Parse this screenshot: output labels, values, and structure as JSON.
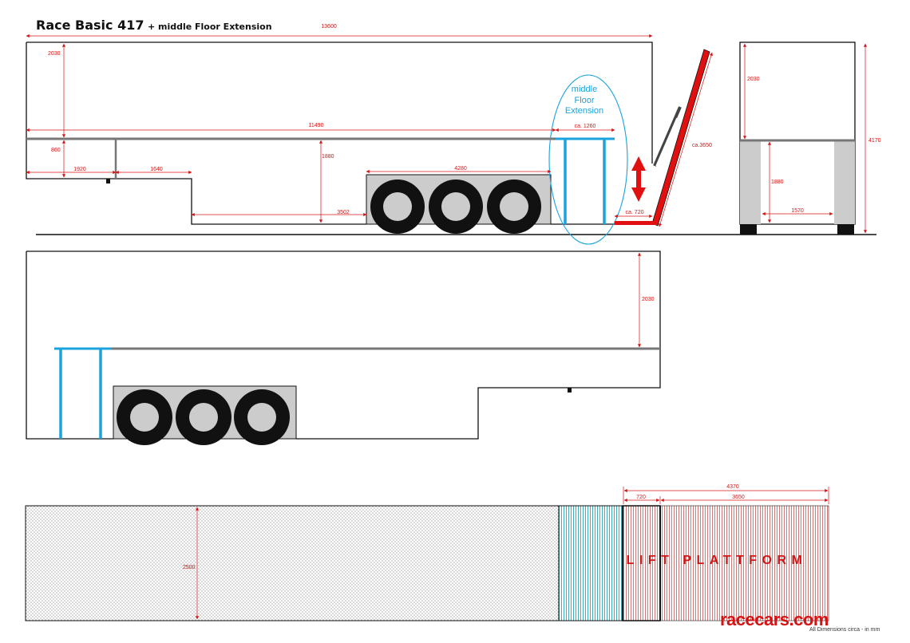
{
  "title": {
    "main": "Race Basic 417",
    "sub": "+ middle Floor Extension"
  },
  "colors": {
    "dimension": "#d41414",
    "extension": "#1aa3dc",
    "outline": "#111111",
    "deck": "#777777",
    "wheelbox": "#cccccc"
  },
  "side_view": {
    "dims": {
      "total_length": "13600",
      "height_upper": "2030",
      "upper_deck_length": "11490",
      "extension_width": "ca. 1260",
      "gooseneck_height": "860",
      "front_section": "1920",
      "step_section": "1640",
      "floor_height": "1880",
      "axle_group": "4280",
      "low_floor": "3502",
      "platform_depth": "ca. 720",
      "ramp_length": "ca.3650"
    },
    "extension_label": [
      "middle",
      "Floor",
      "Extension"
    ]
  },
  "rear_view": {
    "dims": {
      "height_upper": "2030",
      "total_height": "4170",
      "floor_height": "1880",
      "inner_width": "1570"
    }
  },
  "lower_side_view": {
    "dims": {
      "height_upper": "2030"
    }
  },
  "plan_view": {
    "dims": {
      "width": "2500",
      "lift_total": "4370",
      "lift_front": "720",
      "lift_main": "3650"
    },
    "lift_label": "LIFT PLATTFORM"
  },
  "watermark": {
    "left": "racecars",
    "middle": "",
    "right": ".com"
  },
  "footnote": "All Dimensions circa - in mm"
}
